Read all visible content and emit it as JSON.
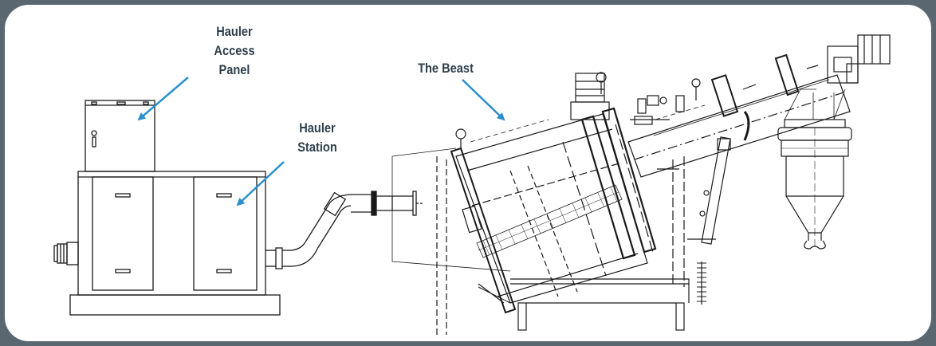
{
  "labels": {
    "access_panel": [
      "Hauler",
      "Access",
      "Panel"
    ],
    "station": [
      "Hauler",
      "Station"
    ],
    "beast": [
      "The Beast"
    ]
  },
  "colors": {
    "border": "#5b6770",
    "arrow": "#2b8fcf",
    "line": "#1a1a1a",
    "label": "#2e3f4c"
  }
}
